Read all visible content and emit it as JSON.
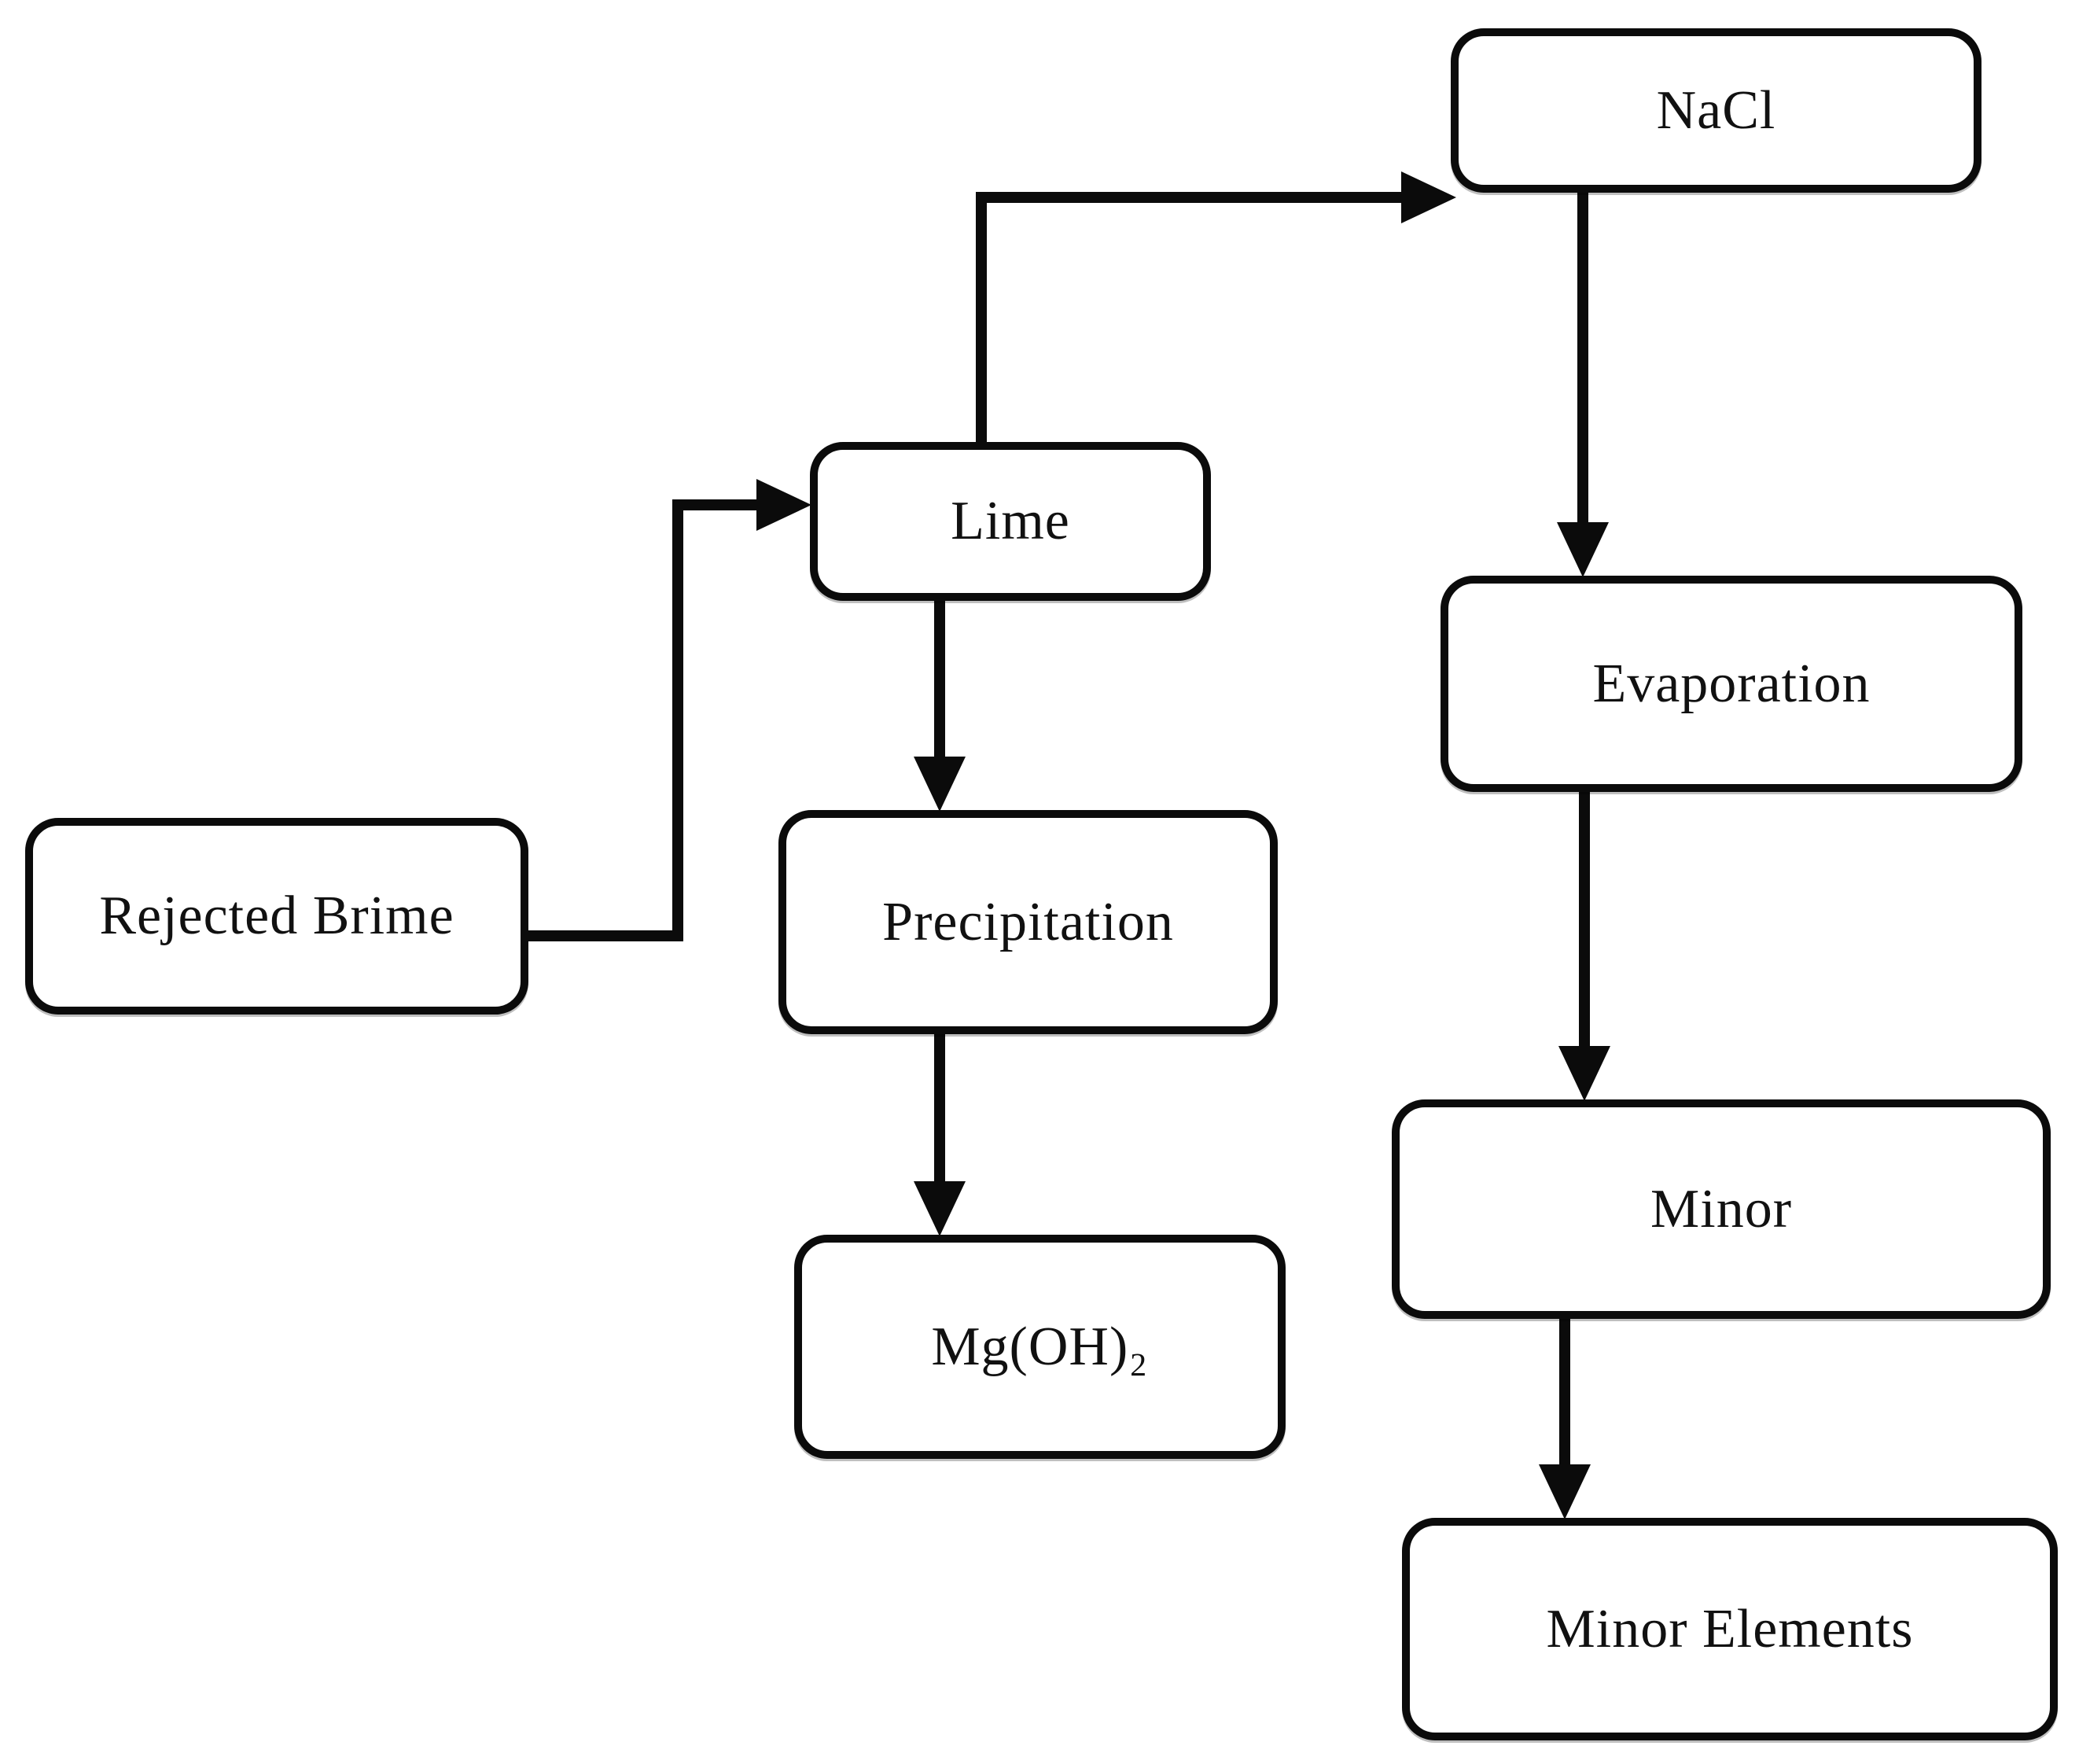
{
  "diagram": {
    "type": "flowchart",
    "background_color": "#ffffff",
    "box_fill_color": "#ffffff",
    "box_border_color": "#0b0b0b",
    "line_color": "#0b0b0b",
    "text_color": "#111111",
    "nodes": {
      "nacl": {
        "label": "NaCl"
      },
      "lime": {
        "label": "Lime"
      },
      "evaporation": {
        "label": "Evaporation"
      },
      "rejected_brime": {
        "label": "Rejected Brime"
      },
      "precipitation": {
        "label": "Precipitation"
      },
      "minor": {
        "label": "Minor"
      },
      "mgoh2": {
        "label": "Mg(OH)₂"
      },
      "minor_elements": {
        "label": "Minor Elements"
      }
    },
    "edges": [
      {
        "from": "Rejected Brime",
        "to": "Lime"
      },
      {
        "from": "Lime",
        "to": "NaCl"
      },
      {
        "from": "Lime",
        "to": "Precipitation"
      },
      {
        "from": "Precipitation",
        "to": "Mg(OH)₂"
      },
      {
        "from": "NaCl",
        "to": "Evaporation"
      },
      {
        "from": "Evaporation",
        "to": "Minor"
      },
      {
        "from": "Minor",
        "to": "Minor Elements"
      }
    ]
  }
}
